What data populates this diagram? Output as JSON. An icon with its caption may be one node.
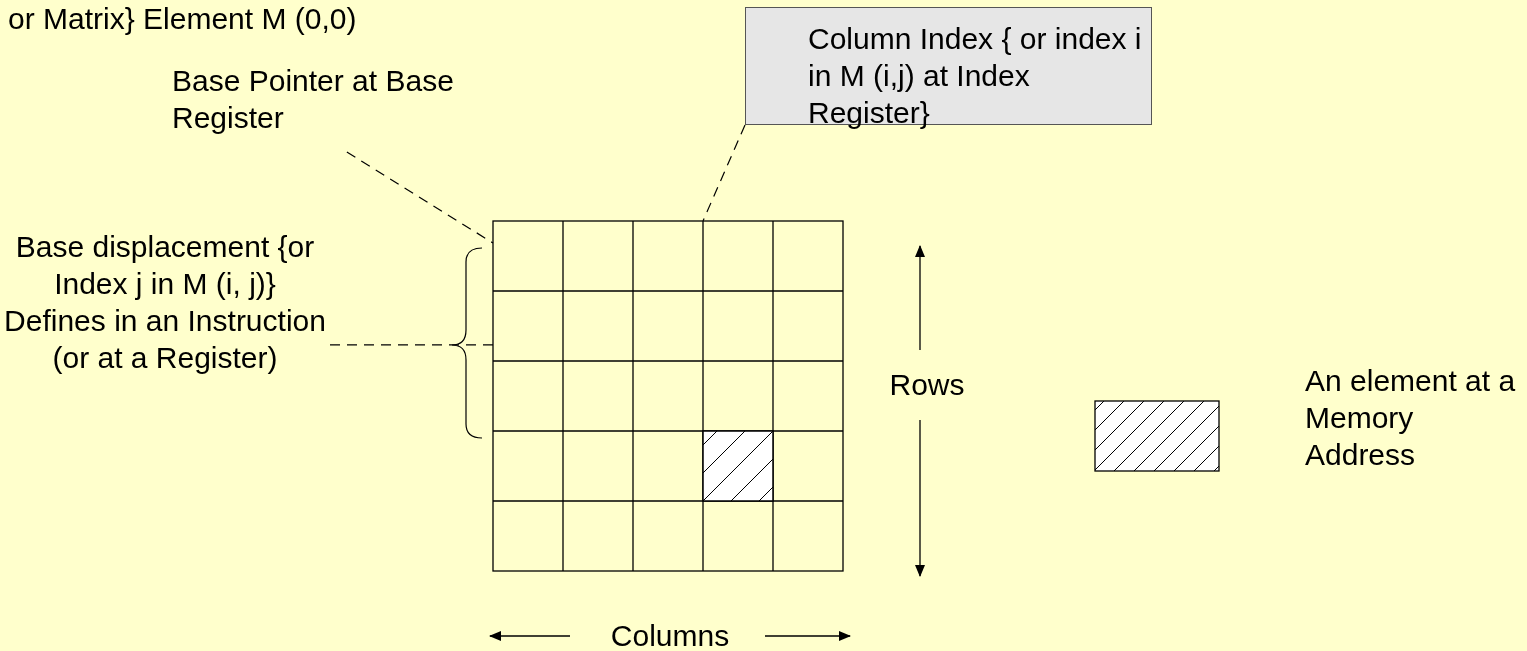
{
  "diagram": {
    "nodes": [
      {
        "text": [
          "Column Index { or index i in M (i,j) at Index Register}"
        ]
      },
      {
        "text": [
          "Base Pointer at Base Register"
        ]
      },
      {
        "text": [
          "Base displacement {or Index j in M (i, j)} Defines in an Instruction (or at a Register)"
        ]
      },
      {
        "text": [],
        "shape": "box"
      }
    ],
    "edges": [
      {
        "from": 0,
        "to": 3,
        "arrow": "none",
        "style": "dashed"
      },
      {
        "from": 1,
        "to": 3,
        "arrow": "none",
        "style": "dashed"
      },
      {
        "from": 2,
        "to": 3,
        "arrow": "none",
        "style": "dashed"
      }
    ],
    "labels": [
      "or Matrix} Element M (0,0)",
      "Rows",
      "Columns"
    ],
    "legend": [
      {
        "text": "An element at a Memory Address"
      }
    ]
  }
}
